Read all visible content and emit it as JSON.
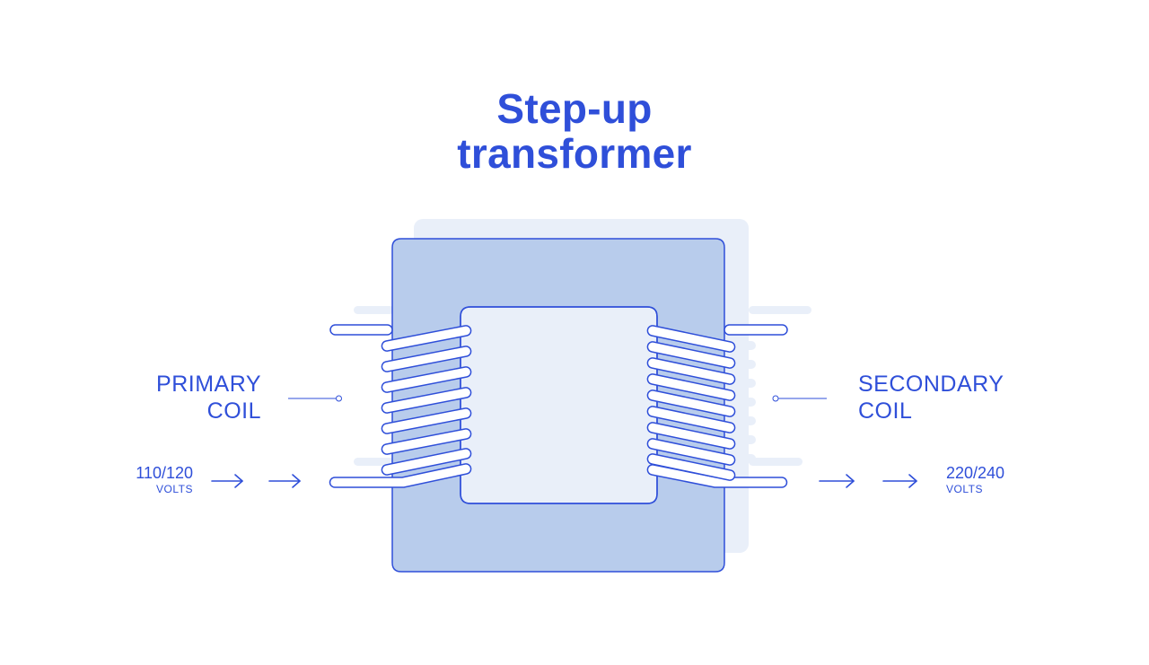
{
  "title": {
    "line1": "Step-up",
    "line2": "transformer"
  },
  "primary": {
    "label_line1": "PRIMARY",
    "label_line2": "COIL",
    "voltage": "110/120",
    "unit": "VOLTS"
  },
  "secondary": {
    "label_line1": "SECONDARY",
    "label_line2": "COIL",
    "voltage": "220/240",
    "unit": "VOLTS"
  },
  "colors": {
    "accent": "#2f4fd9",
    "core_fill": "#b8ccec",
    "shadow_fill": "#e9eff9",
    "wire_fill": "#ffffff"
  },
  "icons": [
    "arrow-right-icon"
  ]
}
